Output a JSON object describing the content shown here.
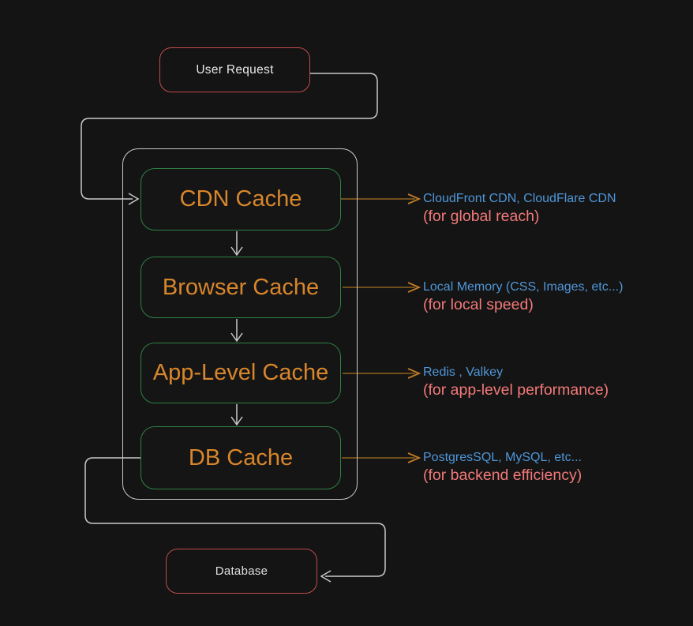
{
  "diagram": {
    "description": "Multi-layer caching architecture flow"
  },
  "nodes": {
    "user_request": {
      "label": "User Request"
    },
    "database": {
      "label": "Database"
    }
  },
  "cache_layers": [
    {
      "label": "CDN Cache",
      "tech": "CloudFront CDN, CloudFlare CDN",
      "purpose": "(for global reach)"
    },
    {
      "label": "Browser Cache",
      "tech": "Local Memory (CSS, Images, etc...)",
      "purpose": "(for local speed)"
    },
    {
      "label": "App-Level Cache",
      "tech": "Redis , Valkey",
      "purpose": "(for app-level performance)"
    },
    {
      "label": "DB Cache",
      "tech": "PostgresSQL, MySQL, etc...",
      "purpose": "(for backend efficiency)"
    }
  ],
  "colors": {
    "background": "#141414",
    "wire_gray": "#c9c9c9",
    "endpoint_border_red": "#c14c4c",
    "cache_border_green": "#2e8044",
    "cache_label_orange": "#d8862b",
    "arrow_orange_line": "#8f621f",
    "arrow_orange_head": "#c07c28",
    "tech_blue": "#4f96d8",
    "purpose_pink": "#f27979"
  }
}
